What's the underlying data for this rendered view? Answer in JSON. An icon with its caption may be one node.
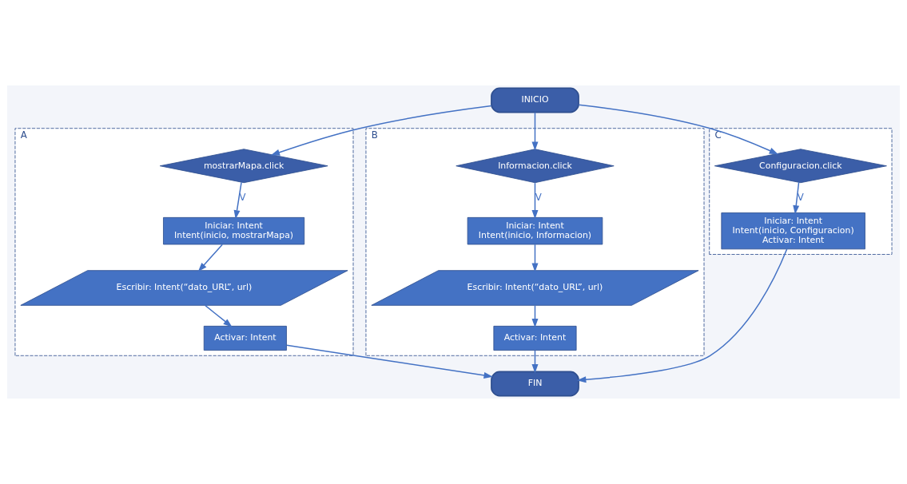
{
  "diagram": {
    "nodes": [
      {
        "text": [
          "INICIO"
        ]
      },
      {
        "text": [
          "A"
        ]
      },
      {
        "text": [
          "mostrarMapa.click"
        ],
        "in": 1
      },
      {
        "text": [
          "Iniciar: Intent",
          "Intent(inicio, mostrarMapa)"
        ],
        "in": 1
      },
      {
        "text": [
          "Escribir: Intent(“dato_URL”, url)"
        ],
        "in": 1
      },
      {
        "text": [
          "Activar: Intent"
        ],
        "in": 1
      },
      {
        "text": [
          "B"
        ]
      },
      {
        "text": [
          "Informacion.click"
        ],
        "in": 6
      },
      {
        "text": [
          "Iniciar: Intent",
          "Intent(inicio, Informacion)"
        ],
        "in": 6
      },
      {
        "text": [
          "Escribir: Intent(“dato_URL”, url)"
        ],
        "in": 6
      },
      {
        "text": [
          "Activar: Intent"
        ],
        "in": 6
      },
      {
        "text": [
          "C"
        ]
      },
      {
        "text": [
          "Configuracion.click"
        ],
        "in": 11
      },
      {
        "text": [
          "Iniciar: Intent",
          "Intent(inicio, Configuracion)",
          "Activar: Intent"
        ],
        "in": 11
      },
      {
        "text": [
          "FIN"
        ]
      }
    ],
    "edges": [
      {
        "from": 0,
        "to": 2,
        "arrow": "to"
      },
      {
        "from": 0,
        "to": 7,
        "arrow": "to"
      },
      {
        "from": 0,
        "to": 12,
        "arrow": "to"
      },
      {
        "from": 2,
        "to": 3,
        "arrow": "to",
        "label": "V"
      },
      {
        "from": 3,
        "to": 4,
        "arrow": "to"
      },
      {
        "from": 4,
        "to": 5,
        "arrow": "to"
      },
      {
        "from": 5,
        "to": 14,
        "arrow": "to"
      },
      {
        "from": 7,
        "to": 8,
        "arrow": "to",
        "label": "V"
      },
      {
        "from": 8,
        "to": 9,
        "arrow": "to"
      },
      {
        "from": 9,
        "to": 10,
        "arrow": "to"
      },
      {
        "from": 10,
        "to": 14,
        "arrow": "to"
      },
      {
        "from": 12,
        "to": 13,
        "arrow": "to",
        "label": "V"
      },
      {
        "from": 13,
        "to": 14,
        "arrow": "to"
      }
    ]
  }
}
